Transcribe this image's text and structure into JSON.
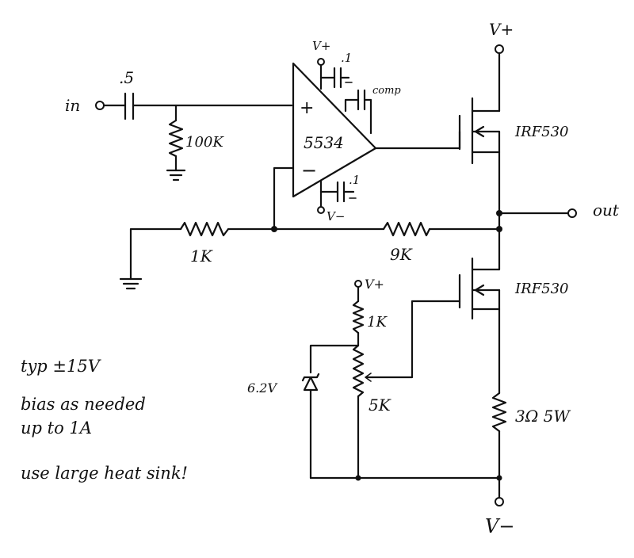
{
  "labels": {
    "input": "in",
    "cap_in": ".5",
    "r_100k": "100K",
    "opamp_vplus": "V+",
    "opamp_vplus_cap": ".1",
    "comp": "comp",
    "opamp_plus": "+",
    "opamp_minus": "−",
    "opamp": "5534",
    "opamp_vminus": "V−",
    "opamp_vminus_cap": ".1",
    "vplus_top": "V+",
    "mosfet_top": "IRF530",
    "output": "out",
    "r_1k_fb": "1K",
    "r_9k": "9K",
    "mosfet_bottom": "IRF530",
    "bias_vplus": "V+",
    "r_1k_bias": "1K",
    "zener": "6.2V",
    "pot_5k": "5K",
    "r_source": "3Ω 5W",
    "vminus_bottom": "V−"
  },
  "notes": [
    "typ ±15V",
    "bias as needed",
    "up to 1A",
    "use large heat sink!"
  ]
}
